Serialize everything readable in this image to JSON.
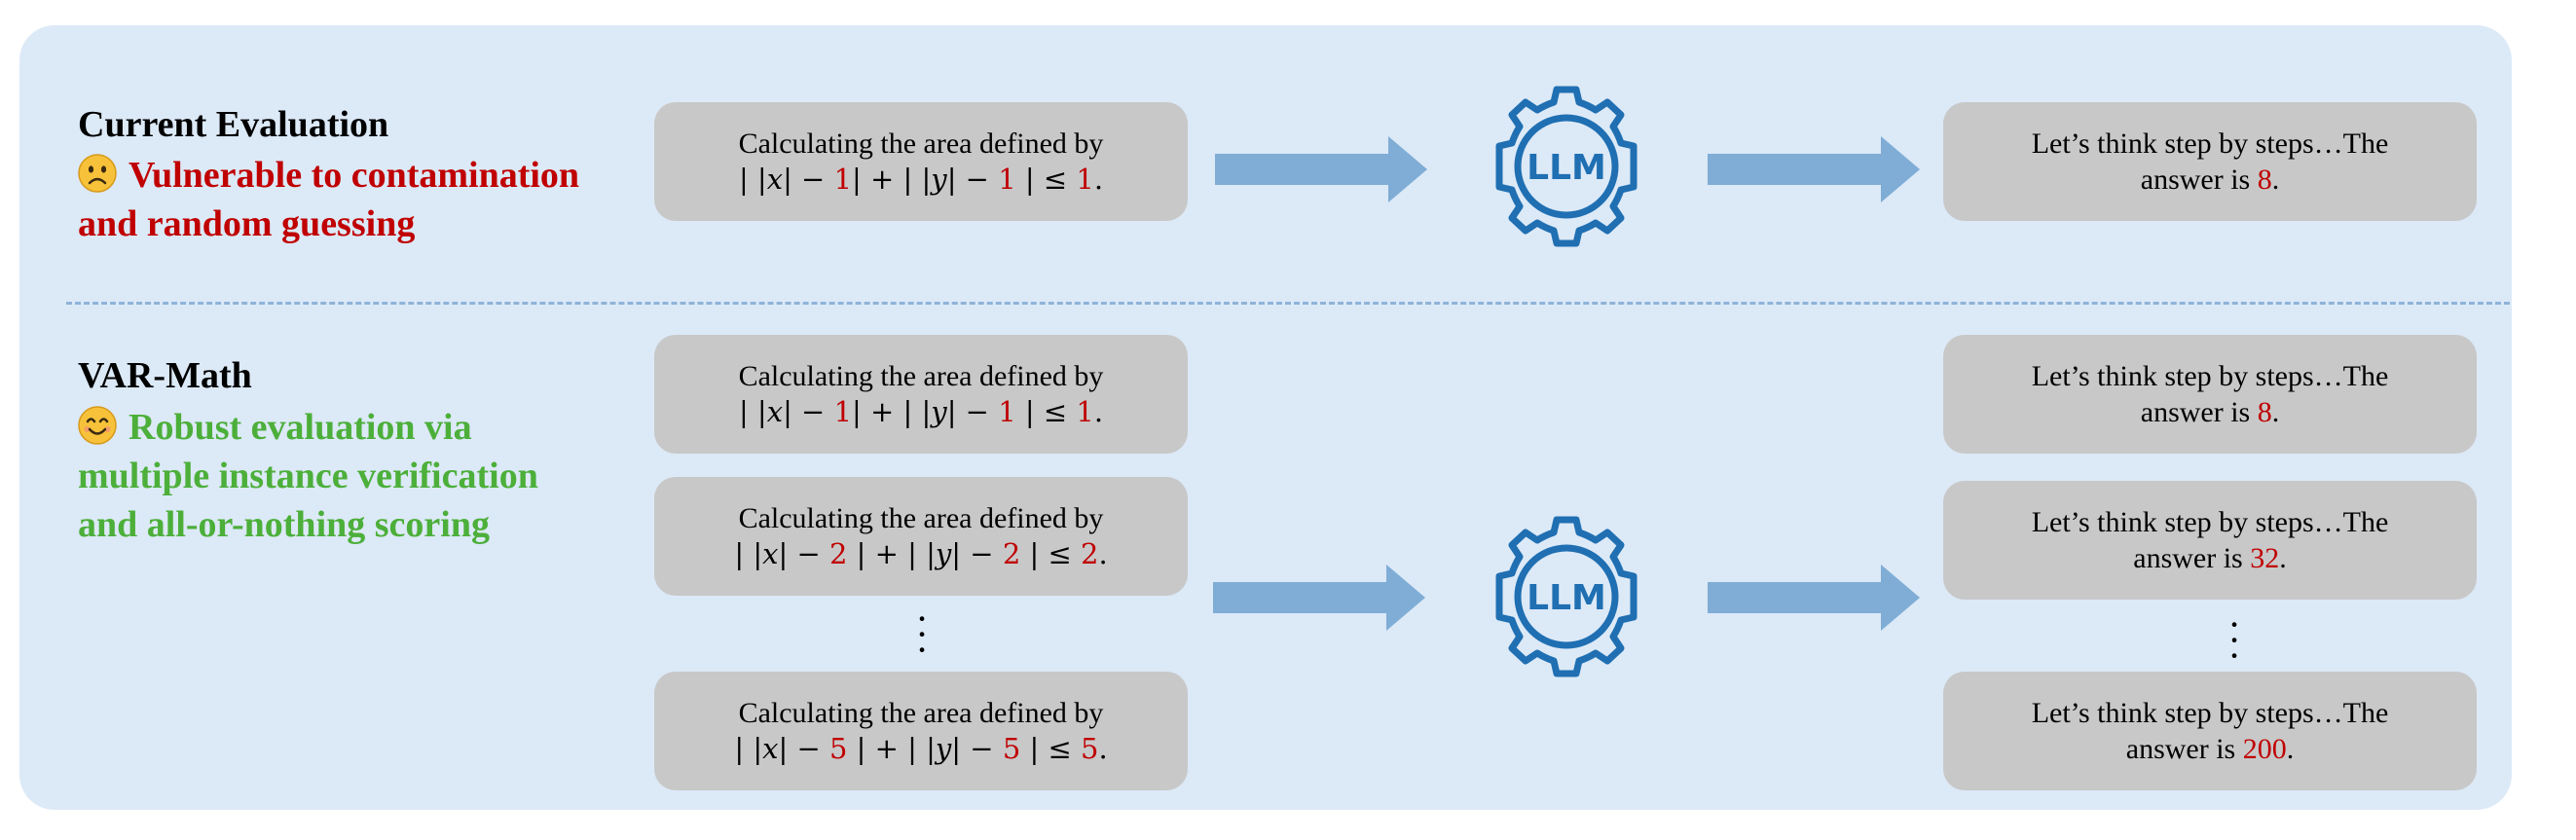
{
  "current": {
    "title": "Current Evaluation",
    "line1": "Vulnerable to contamination",
    "line2": "and random guessing",
    "emoji": "sad-face-icon",
    "prompt": {
      "text": "Calculating the area defined by",
      "n": "1"
    },
    "response": {
      "text": "Let’s think step by steps…The",
      "answer_prefix": "answer is",
      "answer": "8",
      "suffix": "."
    }
  },
  "varmath": {
    "title": "VAR-Math",
    "line1": "Robust evaluation via",
    "line2": "multiple instance verification",
    "line3": "and all-or-nothing scoring",
    "emoji": "smile-face-icon",
    "prompts": [
      {
        "text": "Calculating the area defined by",
        "n": "1"
      },
      {
        "text": "Calculating the area defined by",
        "n": "2"
      },
      {
        "text": "Calculating the area defined by",
        "n": "5"
      }
    ],
    "responses": [
      {
        "text": "Let’s think step by steps…The",
        "answer_prefix": "answer is",
        "answer": "8",
        "suffix": "."
      },
      {
        "text": "Let’s think step by steps…The",
        "answer_prefix": "answer is",
        "answer": "32",
        "suffix": "."
      },
      {
        "text": "Let’s think step by steps…The",
        "answer_prefix": "answer is",
        "answer": "200",
        "suffix": "."
      }
    ]
  },
  "llm_label": "LLM",
  "colors": {
    "panel": "#dce9f7",
    "box": "#c8c8c8",
    "arrow": "#7fadd6",
    "gear": "#1f6fb2",
    "red": "#c00000",
    "green": "#4caf3a"
  }
}
